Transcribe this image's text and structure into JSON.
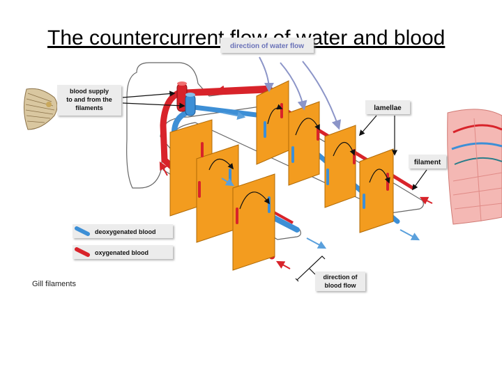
{
  "slide": {
    "title": "The countercurrent flow of water and blood",
    "caption": "Gill filaments"
  },
  "labels": {
    "water_flow": "direction of water flow",
    "blood_supply": [
      "blood supply",
      "to and from the",
      "filaments"
    ],
    "lamellae": "lamellae",
    "filament": "filament",
    "blood_flow": [
      "direction of",
      "blood flow"
    ]
  },
  "legend": {
    "deoxygenated": "deoxygenated blood",
    "oxygenated": "oxygenated blood"
  },
  "colors": {
    "oxygenated": "#d8232a",
    "deoxygenated": "#3d8fd6",
    "lamella": "#f39c1f",
    "water_arrow": "#8c95c8",
    "label_box": "#ececec"
  }
}
